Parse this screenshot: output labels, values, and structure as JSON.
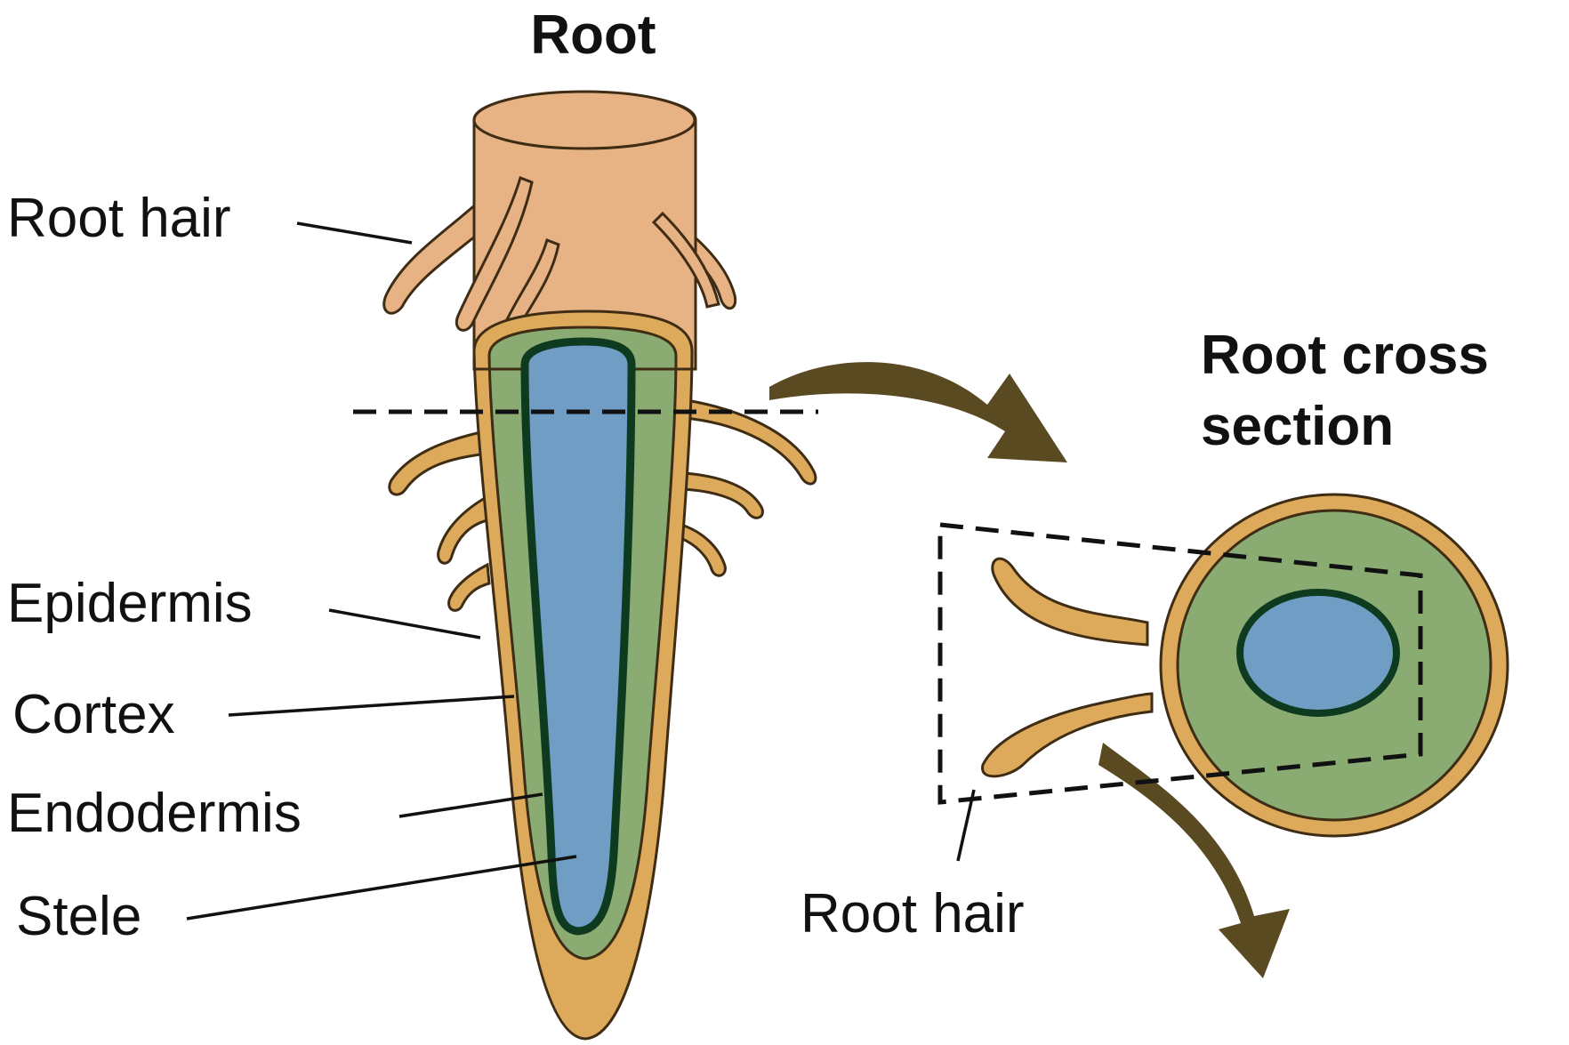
{
  "title": "Root",
  "cross_section_title": [
    "Root cross",
    "section"
  ],
  "labels": {
    "root_hair_top": "Root hair",
    "epidermis": "Epidermis",
    "cortex": "Cortex",
    "endodermis": "Endodermis",
    "stele": "Stele",
    "root_hair_cross": "Root hair"
  },
  "colors": {
    "root_upper": "#e7b384",
    "epidermis": "#dcaa5a",
    "cortex": "#8aab72",
    "endodermis": "#0e3b1f",
    "stele": "#6f9dc4",
    "arrow": "#5a4a22",
    "outline": "#3e2c14"
  }
}
